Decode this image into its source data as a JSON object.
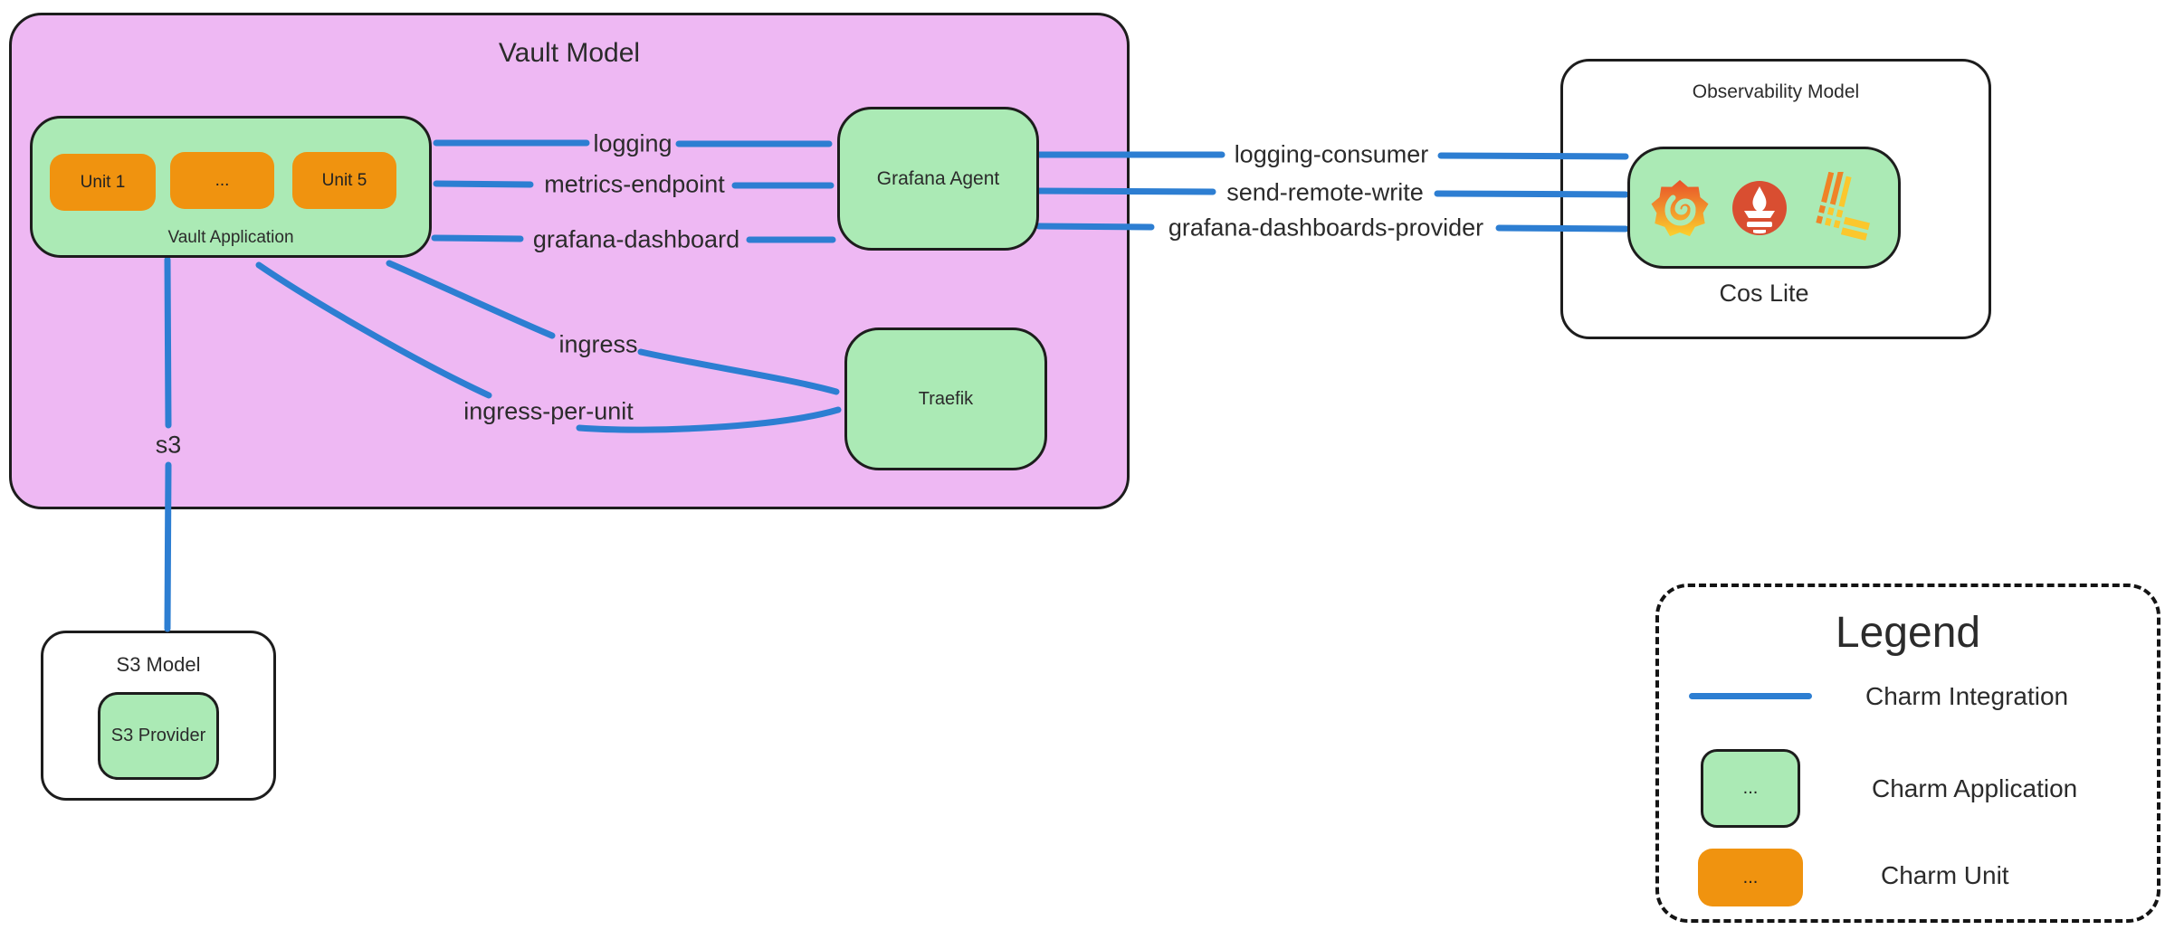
{
  "colors": {
    "model_purple": "#eeb8f3",
    "charm_green": "#abeab5",
    "unit_orange": "#f0930f",
    "integration_blue": "#2d7ed2",
    "border_black": "#1d1d1d",
    "prometheus_red": "#d94e31",
    "grafana_orange": "#e8502a",
    "grafana_yellow": "#fbd12d",
    "loki_orange": "#ef8327",
    "loki_yellow": "#fbc72d"
  },
  "vault_model": {
    "title": "Vault Model"
  },
  "vault_application": {
    "label": "Vault Application",
    "units": [
      "Unit 1",
      "...",
      "Unit 5"
    ]
  },
  "grafana_agent": {
    "label": "Grafana Agent"
  },
  "traefik": {
    "label": "Traefik"
  },
  "observability_model": {
    "title": "Observability Model",
    "cos_lite_label": "Cos Lite",
    "icons": [
      "grafana-icon",
      "prometheus-icon",
      "loki-icon"
    ]
  },
  "s3_model": {
    "title": "S3 Model",
    "provider_label": "S3 Provider"
  },
  "relations": {
    "logging": "logging",
    "metrics_endpoint": "metrics-endpoint",
    "grafana_dashboard": "grafana-dashboard",
    "logging_consumer": "logging-consumer",
    "send_remote_write": "send-remote-write",
    "grafana_dashboards_provider": "grafana-dashboards-provider",
    "ingress": "ingress",
    "ingress_per_unit": "ingress-per-unit",
    "s3": "s3"
  },
  "legend": {
    "title": "Legend",
    "items": [
      {
        "label": "Charm Integration",
        "swatch": "blue-line"
      },
      {
        "label": "Charm Application",
        "swatch": "green-box",
        "swatch_text": "..."
      },
      {
        "label": "Charm Unit",
        "swatch": "orange-box",
        "swatch_text": "..."
      }
    ]
  }
}
